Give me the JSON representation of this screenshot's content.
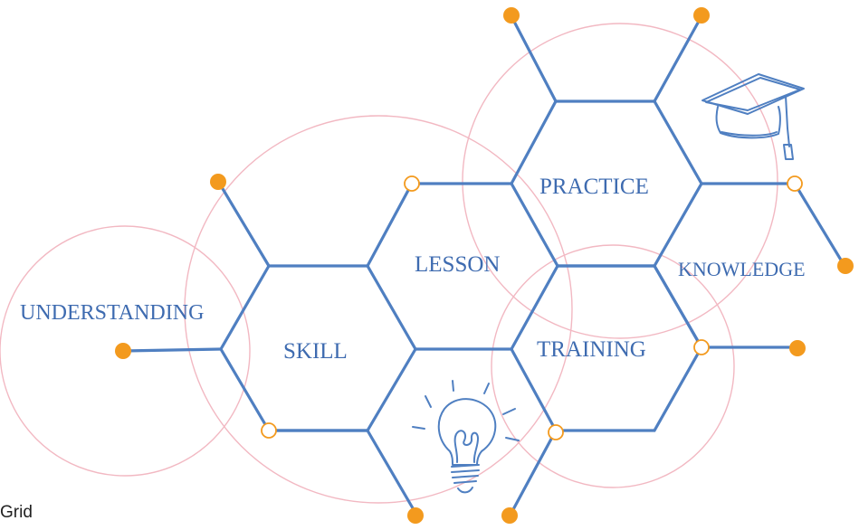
{
  "labels": {
    "understanding": "UNDERSTANDING",
    "skill": "SKILL",
    "lesson": "LESSON",
    "practice": "PRACTICE",
    "training": "TRAINING",
    "knowledge": "KNOWLEDGE"
  },
  "caption": "Grid",
  "icons": [
    "graduation-cap-icon",
    "light-bulb-icon"
  ],
  "colors": {
    "hex_line": "#4f7fc1",
    "label_text": "#3e6bb0",
    "accent_orange": "#f39a1e",
    "ring_pink": "#f2b8c2"
  }
}
